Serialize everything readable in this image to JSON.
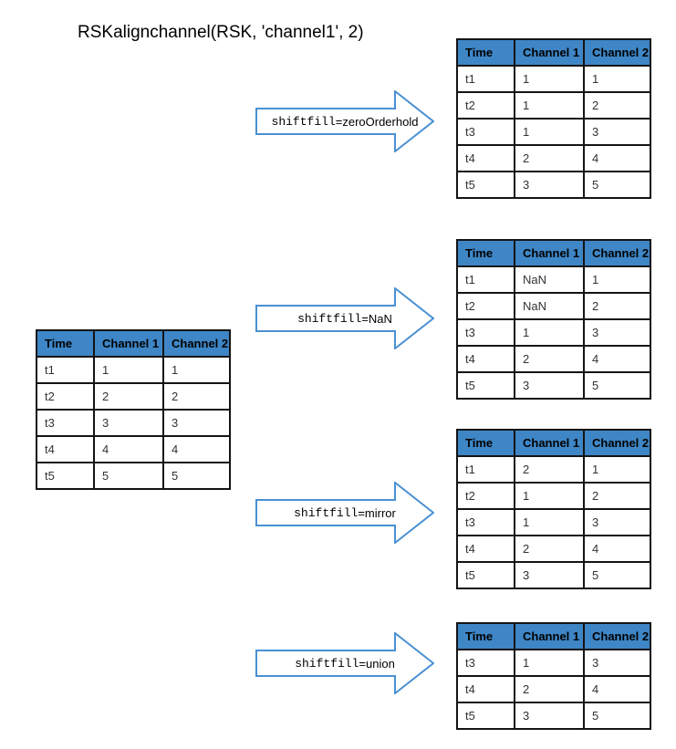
{
  "title": "RSKalignchannel(RSK, 'channel1', 2)",
  "colors": {
    "header_bg": "#3e86c6",
    "arrow_stroke": "#4a90d2",
    "table_border": "#141414"
  },
  "columns": [
    "Time",
    "Channel 1",
    "Channel 2"
  ],
  "input_table": {
    "rows": [
      [
        "t1",
        "1",
        "1"
      ],
      [
        "t2",
        "2",
        "2"
      ],
      [
        "t3",
        "3",
        "3"
      ],
      [
        "t4",
        "4",
        "4"
      ],
      [
        "t5",
        "5",
        "5"
      ]
    ]
  },
  "outputs": [
    {
      "label_code": "shiftfill",
      "label_value": "=zeroOrderhold",
      "rows": [
        [
          "t1",
          "1",
          "1"
        ],
        [
          "t2",
          "1",
          "2"
        ],
        [
          "t3",
          "1",
          "3"
        ],
        [
          "t4",
          "2",
          "4"
        ],
        [
          "t5",
          "3",
          "5"
        ]
      ]
    },
    {
      "label_code": "shiftfill",
      "label_value": "=NaN",
      "rows": [
        [
          "t1",
          "NaN",
          "1"
        ],
        [
          "t2",
          "NaN",
          "2"
        ],
        [
          "t3",
          "1",
          "3"
        ],
        [
          "t4",
          "2",
          "4"
        ],
        [
          "t5",
          "3",
          "5"
        ]
      ]
    },
    {
      "label_code": "shiftfill",
      "label_value": "=mirror",
      "rows": [
        [
          "t1",
          "2",
          "1"
        ],
        [
          "t2",
          "1",
          "2"
        ],
        [
          "t3",
          "1",
          "3"
        ],
        [
          "t4",
          "2",
          "4"
        ],
        [
          "t5",
          "3",
          "5"
        ]
      ]
    },
    {
      "label_code": "shiftfill",
      "label_value": "=union",
      "rows": [
        [
          "t3",
          "1",
          "3"
        ],
        [
          "t4",
          "2",
          "4"
        ],
        [
          "t5",
          "3",
          "5"
        ]
      ]
    }
  ]
}
